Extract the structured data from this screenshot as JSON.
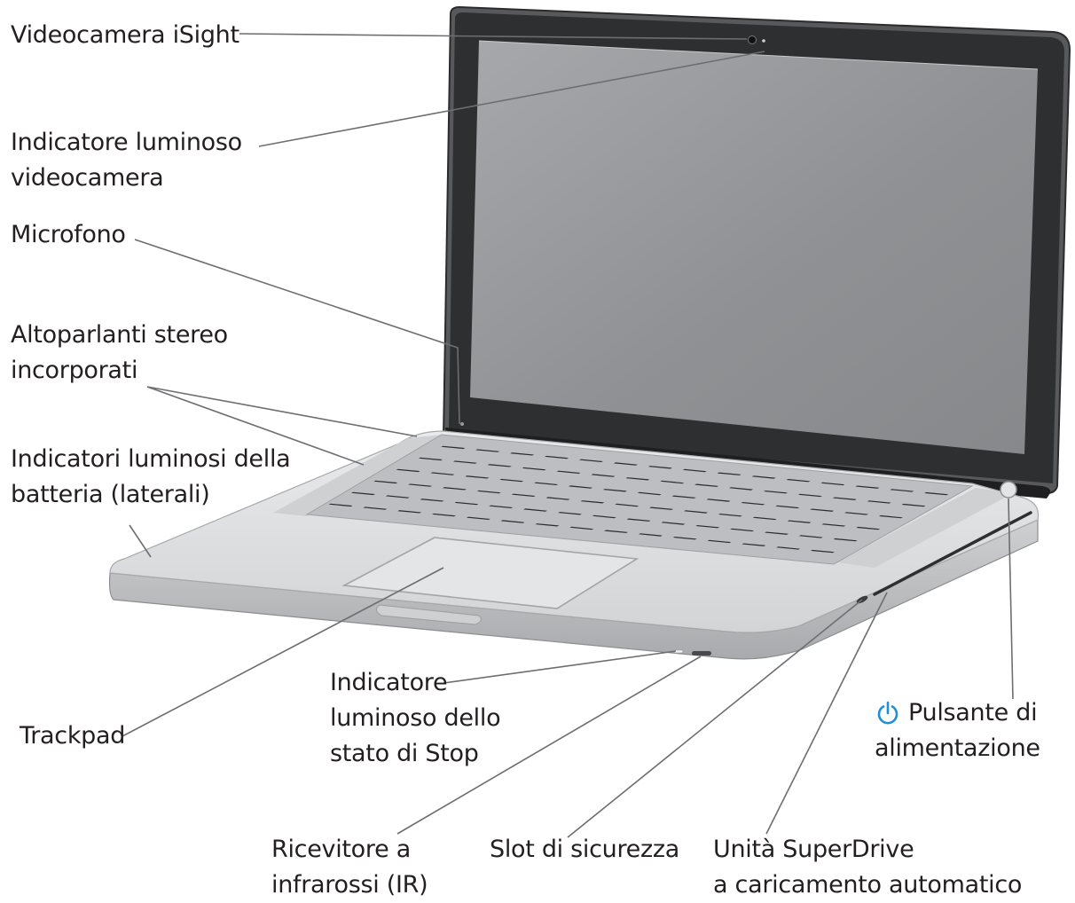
{
  "labels": {
    "isight": [
      "Videocamera iSight"
    ],
    "camera_light": [
      "Indicatore luminoso",
      "videocamera"
    ],
    "microphone": [
      "Microfono"
    ],
    "speakers": [
      "Altoparlanti stereo",
      "incorporati"
    ],
    "battery": [
      "Indicatori luminosi della",
      "batteria (laterali)"
    ],
    "trackpad": [
      "Trackpad"
    ],
    "sleep_light": [
      "Indicatore",
      "luminoso dello",
      "stato di Stop"
    ],
    "power": [
      "Pulsante di",
      "alimentazione"
    ],
    "ir": [
      "Ricevitore a",
      "infrarossi (IR)"
    ],
    "security": [
      "Slot di sicurezza"
    ],
    "superdrive": [
      "Unità SuperDrive",
      "a caricamento automatico"
    ]
  },
  "icons": {
    "power": "power-icon"
  },
  "colors": {
    "text": "#231f20",
    "leader": "#6d6e71",
    "power_icon": "#1f8fd6",
    "bezel": "#3a3a3c",
    "screen": "#8f9194",
    "aluminum": "#dcdddf",
    "key": "#2c2c2e"
  }
}
